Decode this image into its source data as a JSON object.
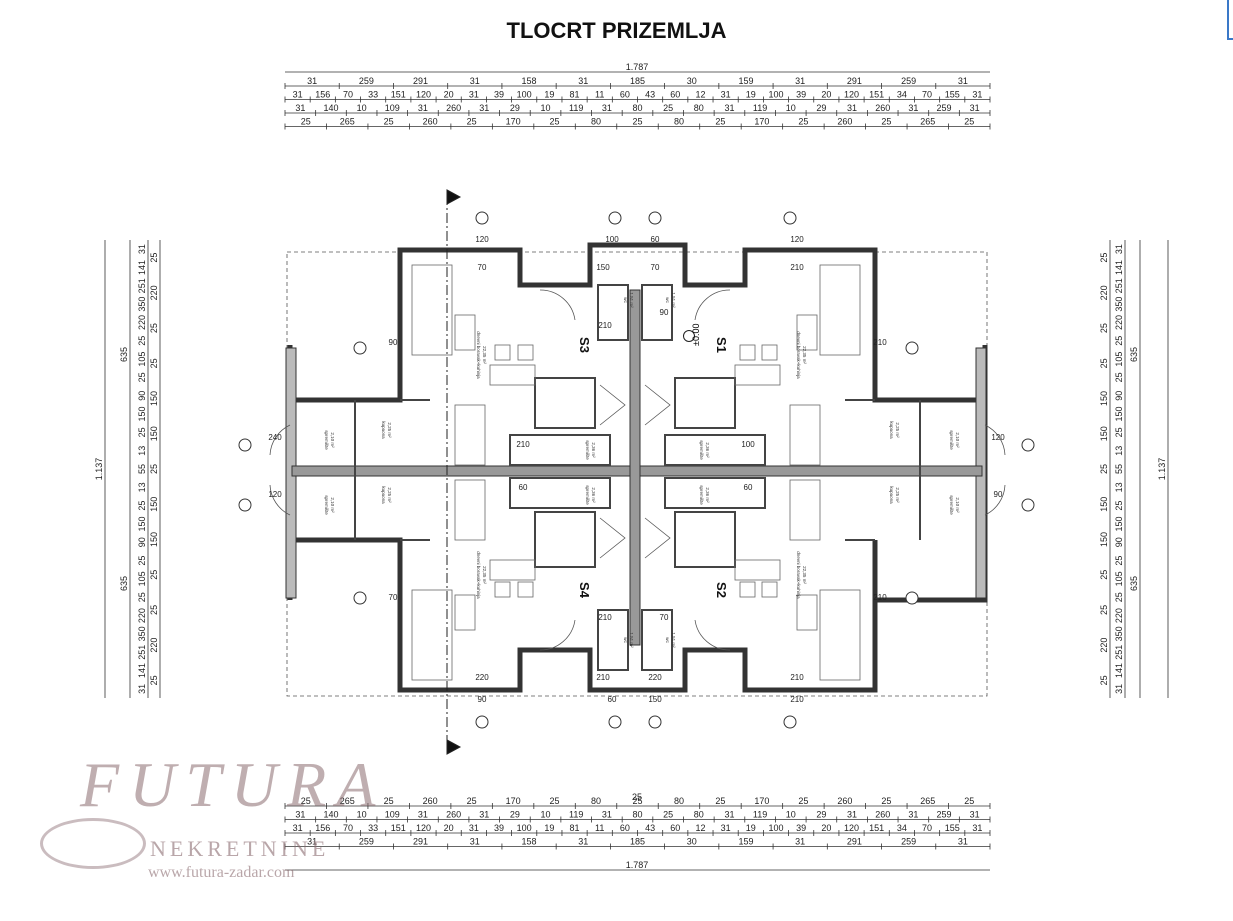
{
  "title": "TLOCRT PRIZEMLJA",
  "elevation_marker": "±0.00",
  "units": {
    "S1": "S1",
    "S2": "S2",
    "S3": "S3",
    "S4": "S4"
  },
  "room_labels": {
    "living": "dnevni boravak+kuhinja",
    "living_area_1": "22,35 m²",
    "pantry": "spremište",
    "pantry_area": "2,10 m²",
    "stair_store": "spremište",
    "stair_store_area": "2,36 m²",
    "bath": "kupaona",
    "bath_area": "2,25 m²",
    "wc": "wc",
    "wc_area": "1,51 m²"
  },
  "dims_top": {
    "overall": "1.787",
    "row1": [
      "31",
      "259",
      "291",
      "31",
      "158",
      "31",
      "185",
      "30",
      "159",
      "31",
      "291",
      "259",
      "31"
    ],
    "row2": [
      "31",
      "156",
      "70",
      "33",
      "151",
      "120",
      "20",
      "31",
      "39",
      "100",
      "19",
      "81",
      "11",
      "60",
      "43",
      "60",
      "12",
      "31",
      "19",
      "100",
      "39",
      "20",
      "120",
      "151",
      "34",
      "70",
      "155",
      "31"
    ],
    "row3": [
      "31",
      "140",
      "10",
      "109",
      "31",
      "260",
      "31",
      "29",
      "10",
      "119",
      "31",
      "80",
      "25",
      "80",
      "31",
      "119",
      "10",
      "29",
      "31",
      "260",
      "31",
      "259",
      "31"
    ],
    "row4": [
      "25",
      "265",
      "25",
      "260",
      "25",
      "170",
      "25",
      "80",
      "25",
      "80",
      "25",
      "170",
      "25",
      "260",
      "25",
      "265",
      "25"
    ],
    "mid": "25"
  },
  "dims_side": {
    "overall": "1.137",
    "sub": "635",
    "col1": [
      "31",
      "141",
      "251",
      "350",
      "220",
      "25",
      "105",
      "25",
      "90",
      "150",
      "25",
      "13",
      "55",
      "13",
      "25",
      "150",
      "90",
      "25",
      "105",
      "25",
      "220",
      "350",
      "251",
      "141",
      "31"
    ],
    "col2": [
      "25",
      "220",
      "25",
      "25",
      "150",
      "150",
      "25",
      "150",
      "150",
      "25",
      "25",
      "220",
      "25"
    ]
  },
  "openings": [
    "120",
    "120",
    "90",
    "210",
    "100",
    "60",
    "60",
    "150",
    "70",
    "210",
    "220",
    "210",
    "90",
    "210",
    "70",
    "210",
    "240"
  ],
  "watermark": {
    "brand": "FUTURA",
    "sub": "NEKRETNINE",
    "url": "www.futura-zadar.com"
  },
  "colors": {
    "ink": "#222222",
    "wall": "#555555",
    "watermark": "#8a6b70"
  }
}
